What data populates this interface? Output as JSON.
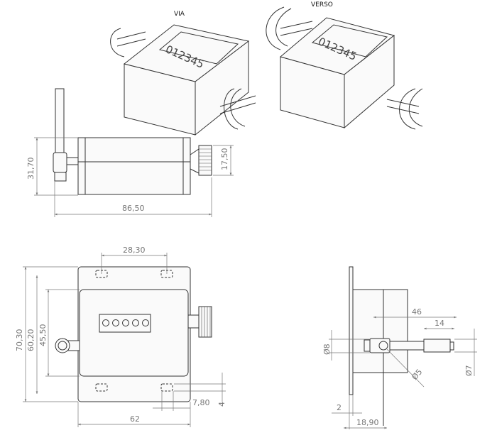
{
  "views": {
    "front_iso_label": "VIA",
    "back_iso_label": "VERSO",
    "counter_digits": "012345"
  },
  "side_view": {
    "height": "31,70",
    "knob_diameter": "17,50",
    "overall_length": "86,50"
  },
  "front_view": {
    "overall_height": "70,30",
    "plate_inner_height": "60,20",
    "body_height": "45,50",
    "hole_spacing": "28,30",
    "width": "62",
    "slot_offset": "7,80",
    "slot_height": "4"
  },
  "right_view": {
    "lever_length": "46",
    "tip_length": "14",
    "hub_diameter": "Ø8",
    "pin_diameter": "Ø5",
    "tip_diameter": "Ø7",
    "plate_thickness": "2",
    "body_offset": "18,90"
  }
}
